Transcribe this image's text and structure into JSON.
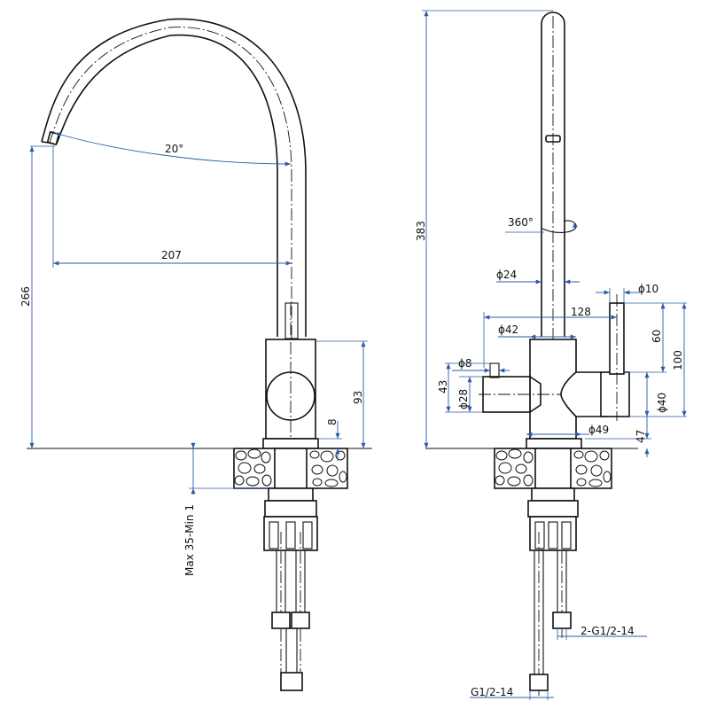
{
  "dimensions": {
    "angle_spout": "20°",
    "reach": "207",
    "height_outlet": "266",
    "body_height": "93",
    "base_gap": "8",
    "deck_thickness": "Max 35-Min 1",
    "total_height": "383",
    "swivel": "360°",
    "dia_spout": "ϕ24",
    "dia_handle": "ϕ10",
    "handle_reach": "128",
    "dia_body": "ϕ42",
    "handle_len": "60",
    "handle_height": "100",
    "dia_stem": "ϕ8",
    "side_height": "43",
    "dia_side": "ϕ28",
    "dia_lever_body": "ϕ40",
    "dia_base": "ϕ49",
    "base_height": "47",
    "hose_thread": "2-G1/2-14",
    "inlet_thread": "G1/2-14"
  }
}
